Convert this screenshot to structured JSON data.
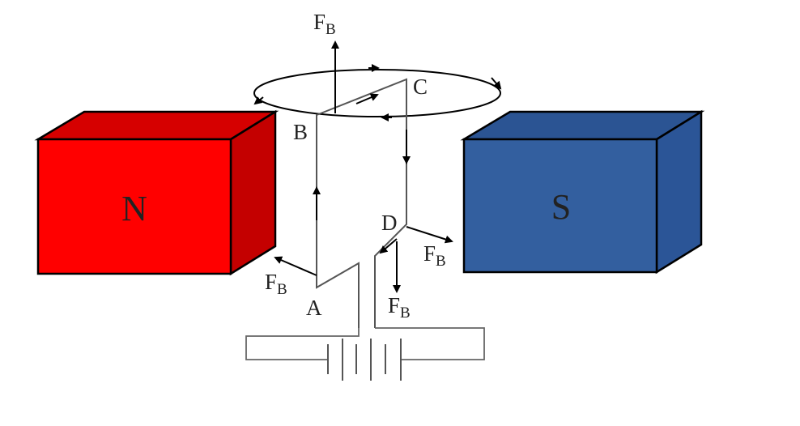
{
  "magnets": {
    "north": {
      "label": "N",
      "front_color": "#ff0000",
      "top_color": "#d60000",
      "side_color": "#c40000"
    },
    "south": {
      "label": "S",
      "front_color": "#335f9f",
      "top_color": "#2b5493",
      "side_color": "#2b5597"
    }
  },
  "points": {
    "a": "A",
    "b": "B",
    "c": "C",
    "d": "D"
  },
  "force": {
    "symbol": "F",
    "subscript": "B"
  },
  "colors": {
    "outline": "#000000",
    "wire": "#555555",
    "circuit": "#666666"
  }
}
